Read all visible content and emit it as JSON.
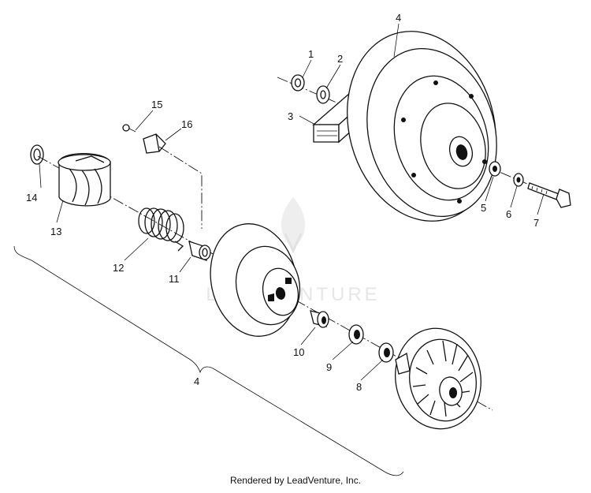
{
  "diagram": {
    "callouts": {
      "c1": "1",
      "c2": "2",
      "c3": "3",
      "c4_top": "4",
      "c5": "5",
      "c6": "6",
      "c7": "7",
      "c8": "8",
      "c9": "9",
      "c10": "10",
      "c11": "11",
      "c12": "12",
      "c13": "13",
      "c14": "14",
      "c15": "15",
      "c16": "16",
      "c4_assembly": "4"
    },
    "watermark": "LEADVENTURE"
  },
  "footer": {
    "credit": "Rendered by LeadVenture, Inc."
  }
}
